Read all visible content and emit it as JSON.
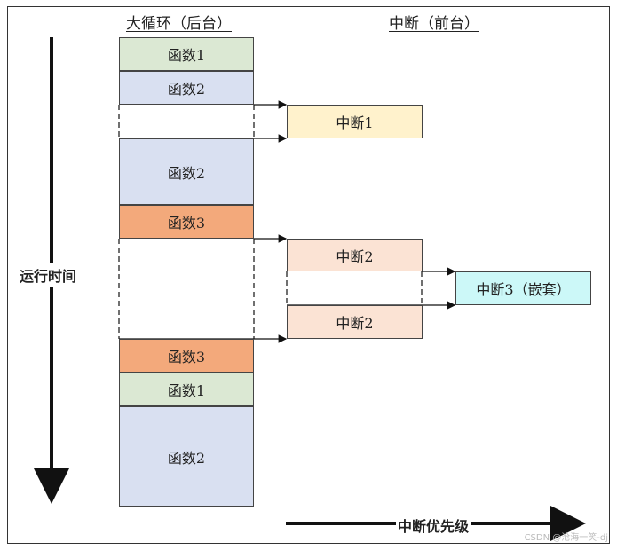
{
  "headers": {
    "background": "大循环（后台）",
    "foreground": "中断（前台）"
  },
  "axis": {
    "time": "运行时间",
    "priority": "中断优先级"
  },
  "blocks": {
    "b1": "函数1",
    "b2": "函数2",
    "b3": "函数2",
    "b4": "函数3",
    "b5": "函数3",
    "b6": "函数1",
    "b7": "函数2"
  },
  "interrupts": {
    "i1": "中断1",
    "i2a": "中断2",
    "i3": "中断3（嵌套）",
    "i2b": "中断2"
  },
  "colors": {
    "func1": "#dbe8d3",
    "func2": "#d9e0f1",
    "func3": "#f3a97b",
    "irq1": "#fff2cc",
    "irq2": "#fbe3d4",
    "irq3": "#ccf8f8"
  },
  "watermark": "CSDN @沧海一笑-dj"
}
